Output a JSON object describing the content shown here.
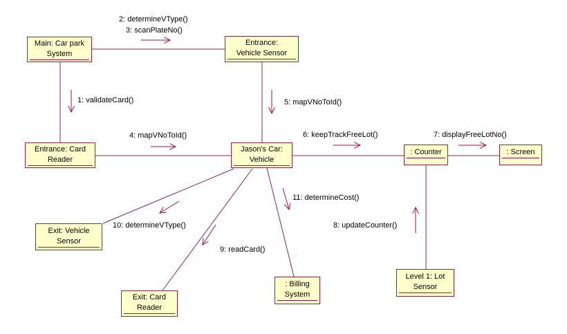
{
  "diagram_type": "uml-collaboration-diagram",
  "colors": {
    "background": "#FFFFFF",
    "node_fill": "#FFFFCC",
    "node_border": "#8E2742",
    "line": "#A01244",
    "text": "#000000"
  },
  "nodes": {
    "main": {
      "line1": "Main: Car park",
      "line2": "System"
    },
    "entrance_vehicle_sensor": {
      "line1": "Entrance:",
      "line2": "Vehicle Sensor"
    },
    "entrance_card_reader": {
      "line1": "Entrance: Card",
      "line2": "Reader"
    },
    "jasons_car": {
      "line1": "Jason's Car:",
      "line2": "Vehicle"
    },
    "counter": {
      "line1": ": Counter"
    },
    "screen": {
      "line1": ": Screen"
    },
    "exit_vehicle_sensor": {
      "line1": "Exit: Vehicle",
      "line2": "Sensor"
    },
    "exit_card_reader": {
      "line1": "Exit: Card",
      "line2": "Reader"
    },
    "billing_system": {
      "line1": ": Billing",
      "line2": "System"
    },
    "lot_sensor": {
      "line1": "Level 1: Lot",
      "line2": "Sensor"
    }
  },
  "messages": {
    "m1": {
      "label": "1: validateCard()",
      "from": "main",
      "to": "entrance_card_reader",
      "direction": "down"
    },
    "m2": {
      "label": "2: determineVType()",
      "from": "main",
      "to": "entrance_vehicle_sensor",
      "direction": "right"
    },
    "m3": {
      "label": "3: scanPlateNo()",
      "from": "main",
      "to": "entrance_vehicle_sensor",
      "direction": "right"
    },
    "m4": {
      "label": "4: mapVNoToId()",
      "from": "entrance_card_reader",
      "to": "jasons_car",
      "direction": "right"
    },
    "m5": {
      "label": "5: mapVNoToId()",
      "from": "entrance_vehicle_sensor",
      "to": "jasons_car",
      "direction": "down"
    },
    "m6": {
      "label": "6: keepTrackFreeLot()",
      "from": "jasons_car",
      "to": "counter",
      "direction": "right"
    },
    "m7": {
      "label": "7: displayFreeLotNo()",
      "from": "counter",
      "to": "screen",
      "direction": "right"
    },
    "m8": {
      "label": "8: updateCounter()",
      "from": "lot_sensor",
      "to": "counter",
      "direction": "up"
    },
    "m9": {
      "label": "9: readCard()",
      "from": "jasons_car",
      "to": "exit_card_reader",
      "direction": "down-left"
    },
    "m10": {
      "label": "10: determineVType()",
      "from": "jasons_car",
      "to": "exit_vehicle_sensor",
      "direction": "down-left"
    },
    "m11": {
      "label": "11: determineCost()",
      "from": "jasons_car",
      "to": "billing_system",
      "direction": "down"
    }
  }
}
